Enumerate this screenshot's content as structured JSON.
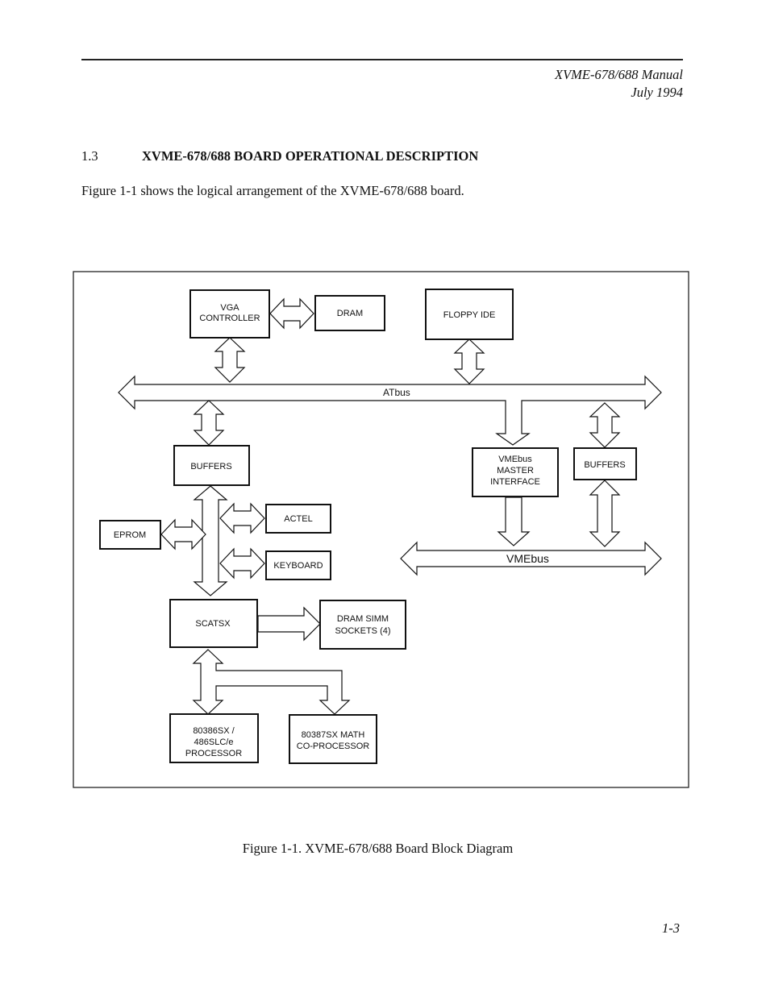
{
  "header": {
    "title": "XVME-678/688 Manual",
    "date": "July 1994"
  },
  "section": {
    "number": "1.3",
    "title": "XVME-678/688 BOARD OPERATIONAL DESCRIPTION"
  },
  "intro": "Figure 1-1 shows the logical arrangement of the XVME-678/688 board.",
  "diagram": {
    "blocks": {
      "vga": [
        "VGA",
        "CONTROLLER"
      ],
      "dram": [
        "DRAM"
      ],
      "floppy": [
        "FLOPPY IDE"
      ],
      "buffers_left": [
        "BUFFERS"
      ],
      "vme_master": [
        "VMEbus",
        "MASTER",
        "INTERFACE"
      ],
      "buffers_right": [
        "BUFFERS"
      ],
      "eprom": [
        "EPROM"
      ],
      "actel": [
        "ACTEL"
      ],
      "keyboard": [
        "KEYBOARD"
      ],
      "scatsx": [
        "SCATSX"
      ],
      "simm": [
        "DRAM SIMM",
        "SOCKETS (4)"
      ],
      "cpu": [
        "80386SX /",
        "486SLC/e",
        "PROCESSOR"
      ],
      "fpu": [
        "80387SX MATH",
        "CO-PROCESSOR"
      ]
    },
    "buses": {
      "atbus": "ATbus",
      "vmebus": "VMEbus"
    }
  },
  "caption": "Figure 1-1. XVME-678/688 Board Block Diagram",
  "page_number": "1-3"
}
